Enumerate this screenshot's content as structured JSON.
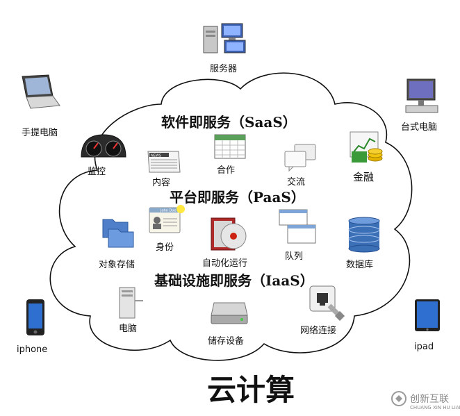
{
  "title": "云计算",
  "layers": {
    "saas": "软件即服务（SaaS）",
    "paas": "平台即服务（PaaS）",
    "iaas": "基础设施即服务（IaaS）"
  },
  "outside": {
    "server": "服务器",
    "laptop": "手提电脑",
    "desktop": "台式电脑",
    "iphone": "iphone",
    "ipad": "ipad"
  },
  "saas_items": {
    "monitor": "监控",
    "content": "内容",
    "collab": "合作",
    "exchange": "交流",
    "finance": "金融"
  },
  "paas_items": {
    "object_storage": "对象存储",
    "identity": "身份",
    "automation": "自动化运行",
    "queue": "队列",
    "database": "数据库"
  },
  "iaas_items": {
    "computer": "电脑",
    "storage_device": "储存设备",
    "network": "网络连接"
  },
  "misc": {
    "news_label": "NEWS",
    "id_name": "John Doe"
  },
  "watermark": {
    "text": "创新互联",
    "subtext": "CHUANG XIN HU LIAN"
  }
}
